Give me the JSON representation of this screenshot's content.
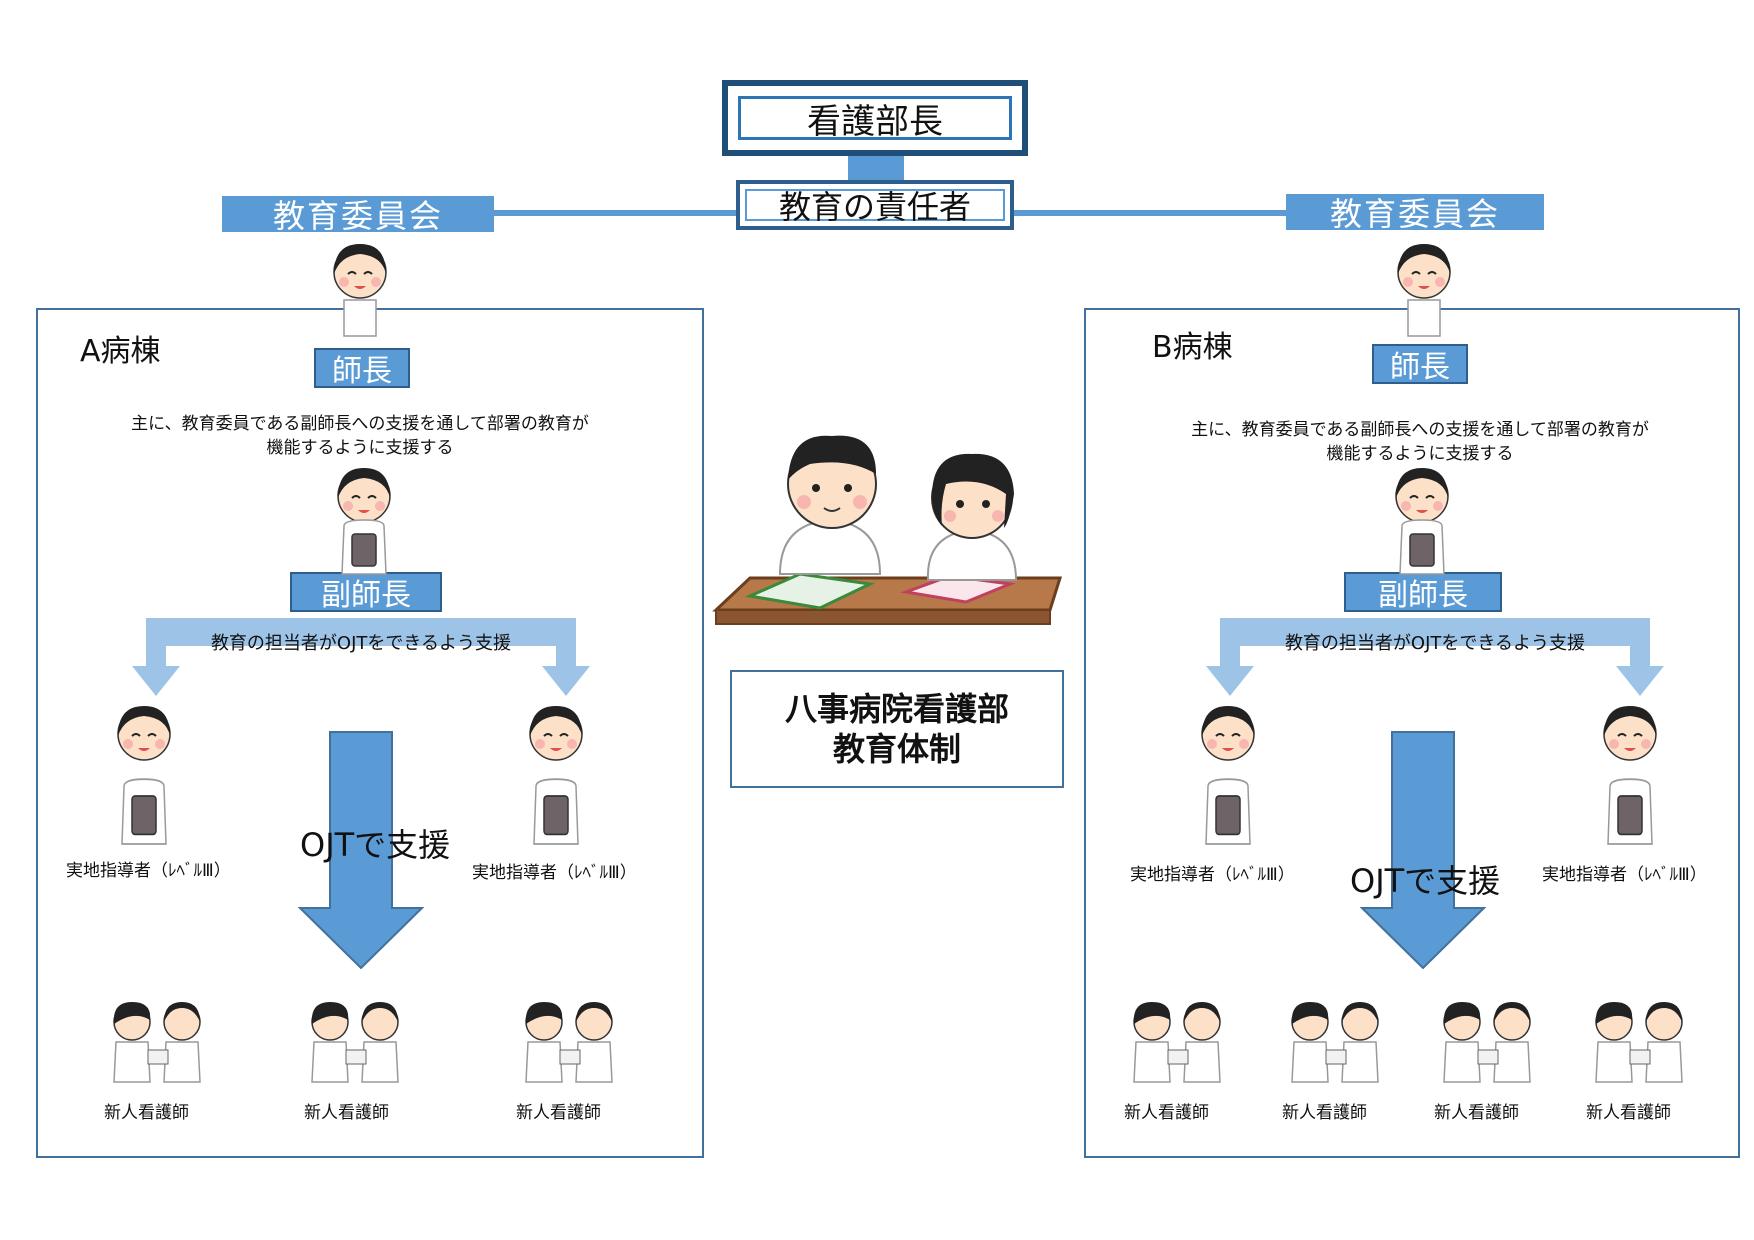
{
  "header": {
    "director": "看護部長",
    "education_officer": "教育の責任者",
    "committee_left": "教育委員会",
    "committee_right": "教育委員会"
  },
  "center": {
    "title_line1": "八事病院看護部",
    "title_line2": "教育体制"
  },
  "ward_a": {
    "name": "A病棟",
    "head_nurse": "師長",
    "description_line1": "主に、教育委員である副師長への支援を通して部署の教育が",
    "description_line2": "機能するように支援する",
    "deputy": "副師長",
    "support_text": "教育の担当者がOJTをできるよう支援",
    "preceptors": [
      "実地指導者（ﾚﾍﾞﾙⅢ）",
      "実地指導者（ﾚﾍﾞﾙⅢ）"
    ],
    "ojt": "OJTで支援",
    "new_nurses": [
      "新人看護師",
      "新人看護師",
      "新人看護師"
    ]
  },
  "ward_b": {
    "name": "B病棟",
    "head_nurse": "師長",
    "description_line1": "主に、教育委員である副師長への支援を通して部署の教育が",
    "description_line2": "機能するように支援する",
    "deputy": "副師長",
    "support_text": "教育の担当者がOJTをできるよう支援",
    "preceptors": [
      "実地指導者（ﾚﾍﾞﾙⅢ）",
      "実地指導者（ﾚﾍﾞﾙⅢ）"
    ],
    "ojt": "OJTで支援",
    "new_nurses": [
      "新人看護師",
      "新人看護師",
      "新人看護師",
      "新人看護師"
    ]
  },
  "colors": {
    "accent_blue": "#5b9bd5",
    "dark_blue": "#1f4e79",
    "light_blue": "#9dc3e6",
    "arrow_blue": "#5b9bd5"
  }
}
